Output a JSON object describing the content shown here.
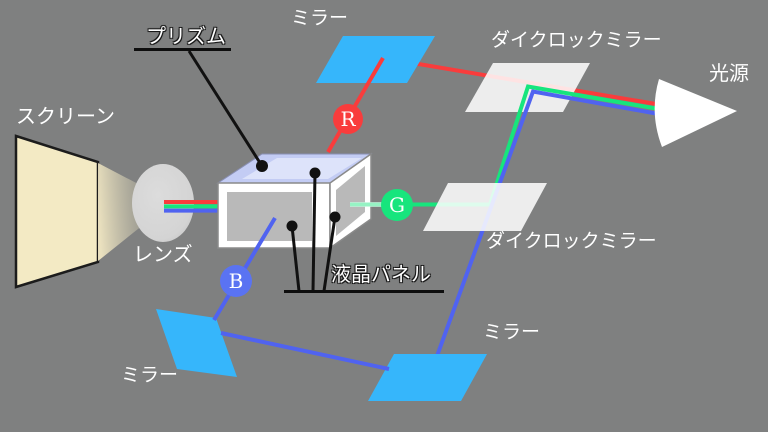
{
  "labels": {
    "screen": "スクリーン",
    "prism": "プリズム",
    "mirror_top": "ミラー",
    "dichroic_top": "ダイクロックミラー",
    "light_source": "光源",
    "dichroic_middle": "ダイクロックミラー",
    "mirror_right": "ミラー",
    "mirror_bottom_left": "ミラー",
    "lens": "レンズ",
    "lcd_panel": "液晶パネル"
  },
  "markers": {
    "red": "R",
    "green": "G",
    "blue": "B"
  },
  "colors": {
    "background": "#7f8080",
    "beam_red": "#f93c3c",
    "beam_green": "#17e57d",
    "beam_blue": "#5063f0",
    "marker_red": "#f93c3c",
    "marker_green": "#17e57d",
    "marker_blue": "#5a73f2",
    "mirror_cyan": "#36b6fb",
    "dichroic_white": "#ffffff",
    "screen_beige": "#f3eac4",
    "prism_top": "#c3ccf4",
    "prism_top_inner": "#dde3fa",
    "panel_gray": "#b9b9b9",
    "lens_gray": "#d6d6d6",
    "annotation_black": "#111111"
  }
}
